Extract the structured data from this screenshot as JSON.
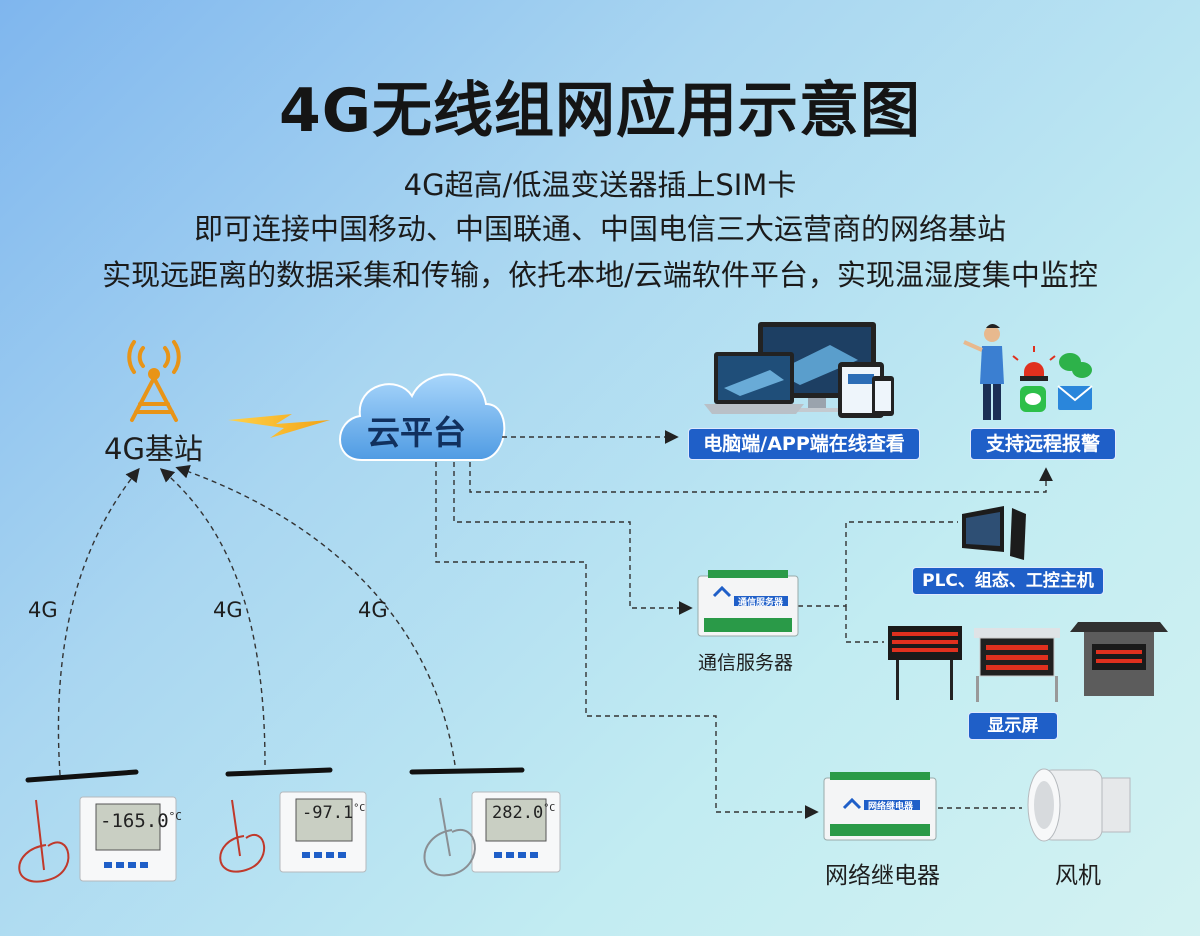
{
  "title": "4G无线组网应用示意图",
  "subtitle_lines": [
    "4G超高/低温变送器插上SIM卡",
    "即可连接中国移动、中国联通、中国电信三大运营商的网络基站",
    "实现远距离的数据采集和传输，依托本地/云端软件平台，实现温湿度集中监控"
  ],
  "base_station": {
    "label": "4G基站",
    "icon": "cell-tower-icon"
  },
  "cloud": {
    "label": "云平台",
    "icon": "cloud-icon"
  },
  "links": {
    "wireless_label": "4G"
  },
  "sensors": [
    {
      "display": "-165.0",
      "unit": "°C"
    },
    {
      "display": "-97.1",
      "unit": "°C"
    },
    {
      "display": "282.0",
      "unit": "°C"
    }
  ],
  "outputs": {
    "pc_app": "电脑端/APP端在线查看",
    "alarm": "支持远程报警",
    "plc": "PLC、组态、工控主机",
    "server": "通信服务器",
    "display": "显示屏",
    "relay": "网络继电器",
    "fan": "风机"
  },
  "device_brand_server": "通信服务器",
  "device_brand_relay": "网络继电器",
  "colors": {
    "tag_bg": "#1f5fc8",
    "cloud": "#6fb3ec",
    "tower": "#e89417",
    "lightning": "#f2b316",
    "led_red": "#e0301e"
  }
}
